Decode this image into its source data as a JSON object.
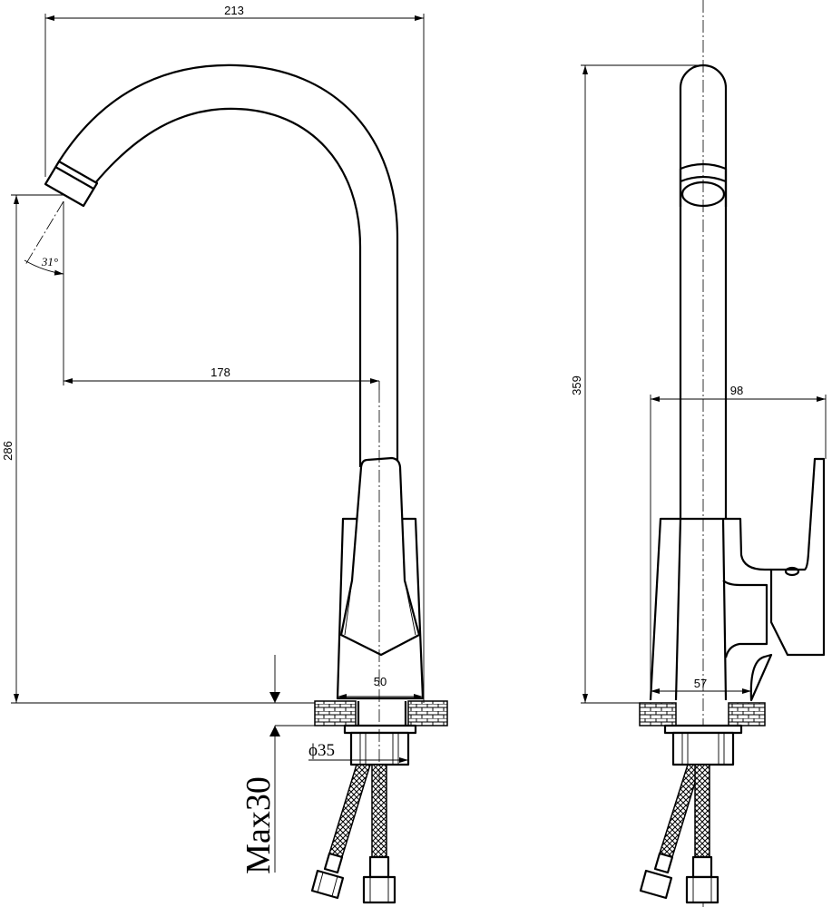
{
  "front_view": {
    "width_overall": "213",
    "reach": "178",
    "height_spout": "286",
    "angle": "31°",
    "base_width": "50",
    "thread_diameter": "ϕ35",
    "max_thickness": "Max30"
  },
  "side_view": {
    "height_total": "359",
    "depth_handle": "98",
    "base_depth": "57"
  }
}
